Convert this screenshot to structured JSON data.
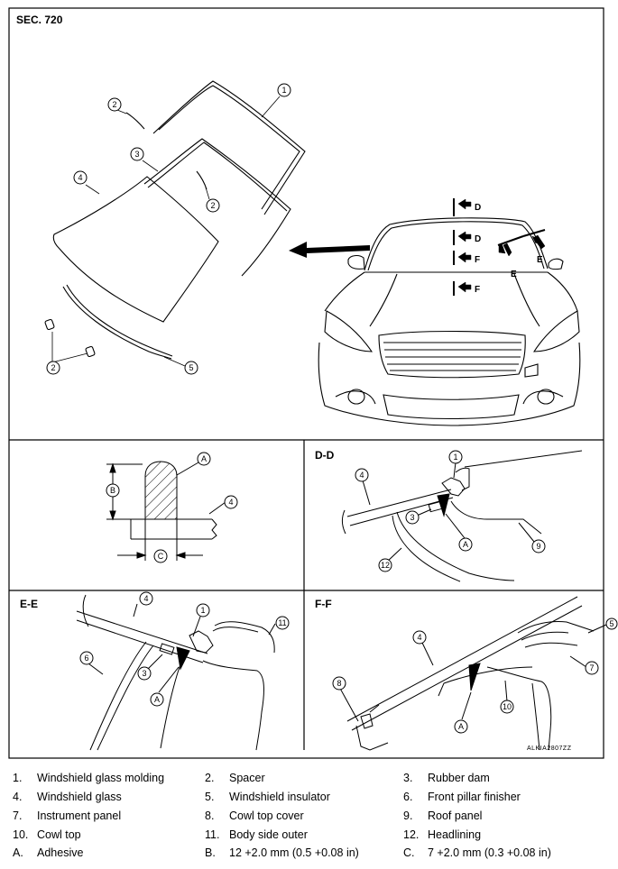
{
  "section": "SEC. 720",
  "panels": {
    "dd": "D-D",
    "ee": "E-E",
    "ff": "F-F"
  },
  "view_marks": [
    "D",
    "D",
    "F",
    "F",
    "E",
    "E"
  ],
  "callouts": {
    "main": [
      "1",
      "2",
      "3",
      "4",
      "2",
      "2",
      "5"
    ],
    "detail_a": [
      "A",
      "B",
      "4",
      "C"
    ],
    "dd": [
      "1",
      "4",
      "3",
      "A",
      "9",
      "12"
    ],
    "ee": [
      "4",
      "1",
      "11",
      "6",
      "3",
      "A"
    ],
    "ff": [
      "4",
      "5",
      "7",
      "8",
      "10",
      "A"
    ]
  },
  "figure_code": "ALKIA2807ZZ",
  "legend": [
    {
      "key": "1.",
      "text": "Windshield glass molding"
    },
    {
      "key": "2.",
      "text": "Spacer"
    },
    {
      "key": "3.",
      "text": "Rubber dam"
    },
    {
      "key": "4.",
      "text": "Windshield glass"
    },
    {
      "key": "5.",
      "text": "Windshield insulator"
    },
    {
      "key": "6.",
      "text": "Front pillar finisher"
    },
    {
      "key": "7.",
      "text": "Instrument panel"
    },
    {
      "key": "8.",
      "text": "Cowl top cover"
    },
    {
      "key": "9.",
      "text": "Roof panel"
    },
    {
      "key": "10.",
      "text": "Cowl top"
    },
    {
      "key": "11.",
      "text": "Body side outer"
    },
    {
      "key": "12.",
      "text": "Headlining"
    },
    {
      "key": "A.",
      "text": "Adhesive"
    },
    {
      "key": "B.",
      "text": "12 +2.0 mm (0.5 +0.08 in)"
    },
    {
      "key": "C.",
      "text": "7 +2.0 mm (0.3 +0.08 in)"
    }
  ]
}
